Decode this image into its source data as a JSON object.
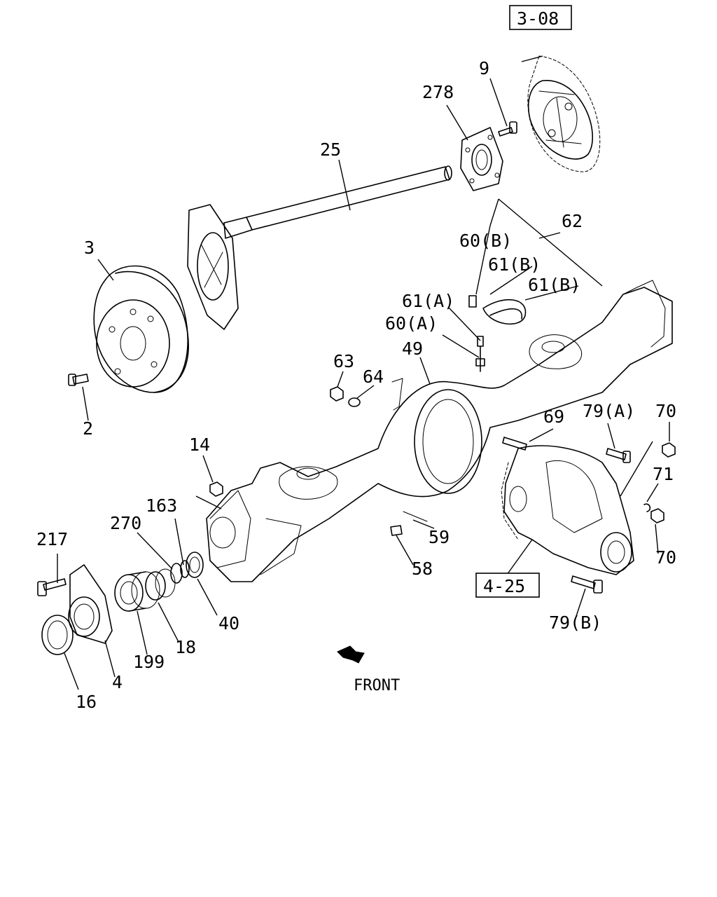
{
  "callouts": [
    {
      "id": "c3-08",
      "text": "3-08"
    },
    {
      "id": "c9",
      "text": "9"
    },
    {
      "id": "c278",
      "text": "278"
    },
    {
      "id": "c25",
      "text": "25"
    },
    {
      "id": "c62",
      "text": "62"
    },
    {
      "id": "c60b",
      "text": "60(B)"
    },
    {
      "id": "c61b1",
      "text": "61(B)"
    },
    {
      "id": "c61b2",
      "text": "61(B)"
    },
    {
      "id": "c3",
      "text": "3"
    },
    {
      "id": "c61a",
      "text": "61(A)"
    },
    {
      "id": "c60a",
      "text": "60(A)"
    },
    {
      "id": "c2",
      "text": "2"
    },
    {
      "id": "c63",
      "text": "63"
    },
    {
      "id": "c49",
      "text": "49"
    },
    {
      "id": "c64",
      "text": "64"
    },
    {
      "id": "c69",
      "text": "69"
    },
    {
      "id": "c79a",
      "text": "79(A)"
    },
    {
      "id": "c70a",
      "text": "70"
    },
    {
      "id": "c14",
      "text": "14"
    },
    {
      "id": "c71",
      "text": "71"
    },
    {
      "id": "c163",
      "text": "163"
    },
    {
      "id": "c270",
      "text": "270"
    },
    {
      "id": "c59",
      "text": "59"
    },
    {
      "id": "c217",
      "text": "217"
    },
    {
      "id": "c70b",
      "text": "70"
    },
    {
      "id": "c58",
      "text": "58"
    },
    {
      "id": "c4-25",
      "text": "4-25"
    },
    {
      "id": "c40",
      "text": "40"
    },
    {
      "id": "c18",
      "text": "18"
    },
    {
      "id": "c79b",
      "text": "79(B)"
    },
    {
      "id": "c199",
      "text": "199"
    },
    {
      "id": "c4",
      "text": "4"
    },
    {
      "id": "c16",
      "text": "16"
    }
  ],
  "front_label": "FRONT"
}
